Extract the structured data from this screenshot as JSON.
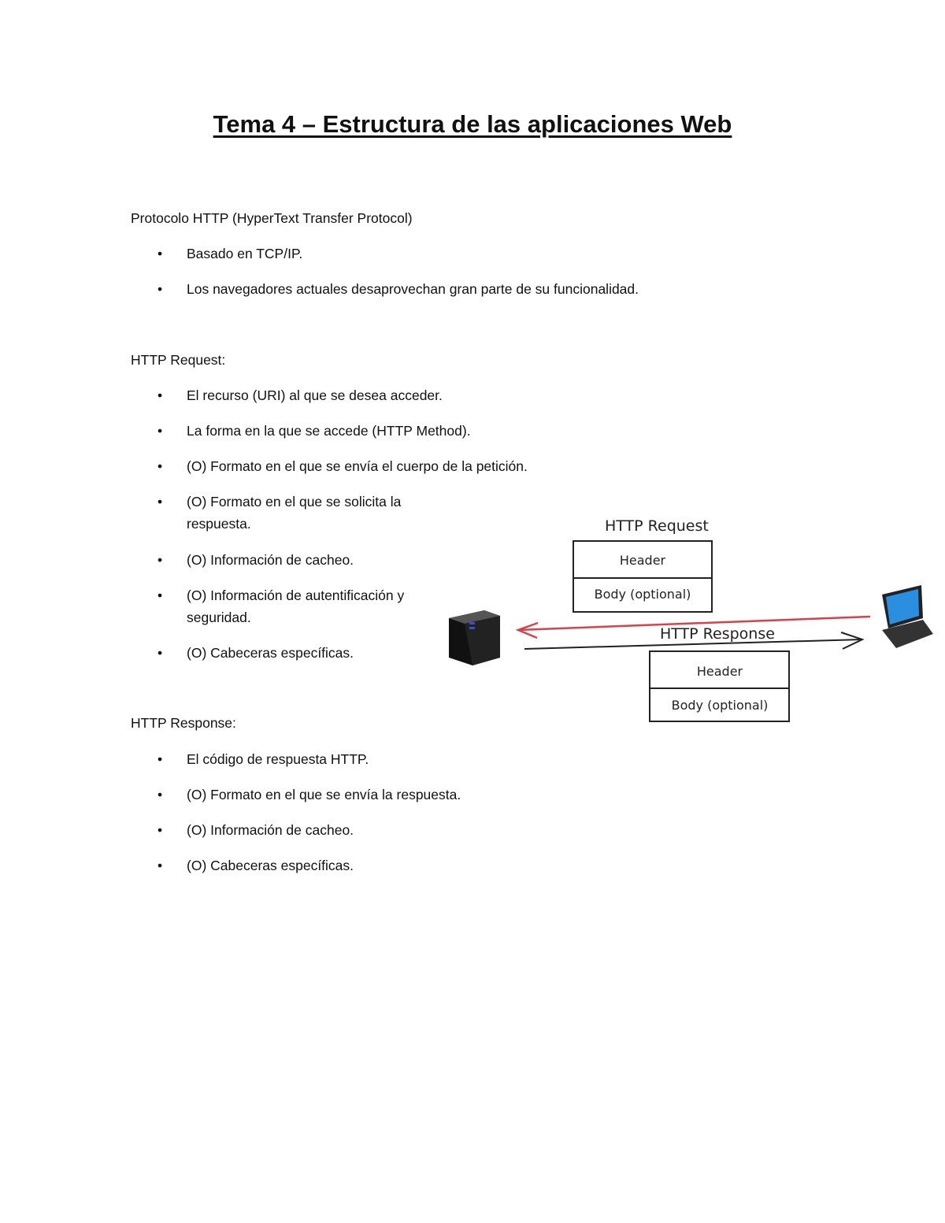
{
  "title": "Tema 4 – Estructura de las aplicaciones Web",
  "sections": [
    {
      "heading": "Protocolo HTTP (HyperText Transfer Protocol)",
      "items": [
        "Basado en TCP/IP.",
        "Los navegadores actuales desaprovechan gran parte de su funcionalidad."
      ]
    },
    {
      "heading": "HTTP Request:",
      "items": [
        "El recurso (URI) al que se desea acceder.",
        "La forma en la que se accede (HTTP Method).",
        "(O) Formato en el que se envía el cuerpo de la petición.",
        "(O) Formato en el que se solicita la respuesta.",
        "(O) Información de cacheo.",
        "(O) Información de autentificación y seguridad.",
        "(O) Cabeceras específicas."
      ]
    },
    {
      "heading": "HTTP Response:",
      "items": [
        "El código de respuesta HTTP.",
        "(O) Formato en el que se envía la respuesta.",
        "(O) Información de cacheo.",
        "(O) Cabeceras específicas."
      ]
    }
  ],
  "bullet": "•",
  "diagram": {
    "request_label": "HTTP Request",
    "response_label": "HTTP Response",
    "request_boxes": [
      "Header",
      "Body (optional)"
    ],
    "response_boxes": [
      "Header",
      "Body (optional)"
    ],
    "request_arrow_color": "#d9414a",
    "response_arrow_color": "#222222",
    "left_icon": "server-icon",
    "right_icon": "laptop-icon"
  }
}
